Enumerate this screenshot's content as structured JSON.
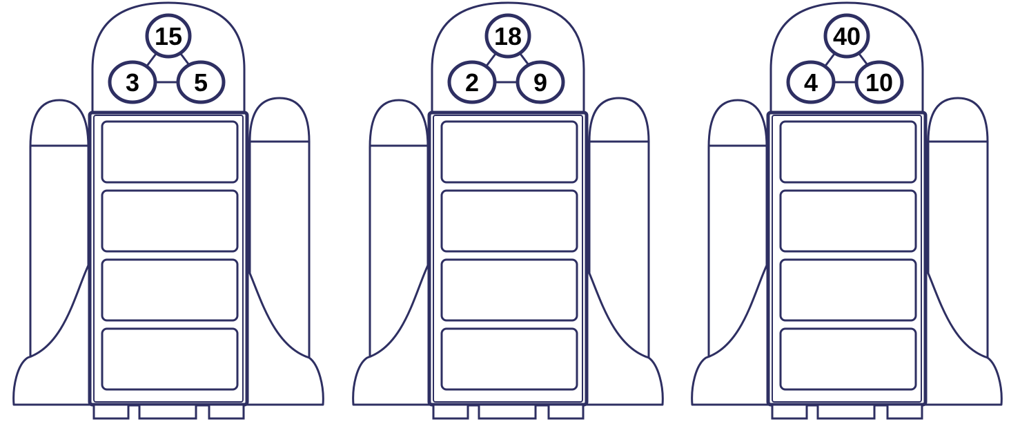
{
  "stroke_color": "#2e2f62",
  "fill_color": "#ffffff",
  "rockets": [
    {
      "top": "15",
      "left": "3",
      "right": "5",
      "answer_boxes": [
        "",
        "",
        "",
        ""
      ]
    },
    {
      "top": "18",
      "left": "2",
      "right": "9",
      "answer_boxes": [
        "",
        "",
        "",
        ""
      ]
    },
    {
      "top": "40",
      "left": "4",
      "right": "10",
      "answer_boxes": [
        "",
        "",
        "",
        ""
      ]
    }
  ]
}
